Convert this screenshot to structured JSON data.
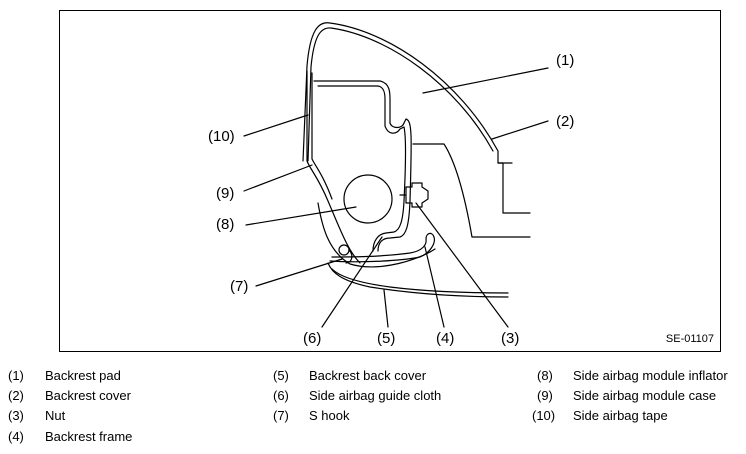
{
  "figure_id": "SE-01107",
  "callouts": [
    "(1)",
    "(2)",
    "(3)",
    "(4)",
    "(5)",
    "(6)",
    "(7)",
    "(8)",
    "(9)",
    "(10)"
  ],
  "legend": [
    {
      "num": "(1)",
      "label": "Backrest pad"
    },
    {
      "num": "(2)",
      "label": "Backrest cover"
    },
    {
      "num": "(3)",
      "label": "Nut"
    },
    {
      "num": "(4)",
      "label": "Backrest frame"
    },
    {
      "num": "(5)",
      "label": "Backrest back cover"
    },
    {
      "num": "(6)",
      "label": "Side airbag guide cloth"
    },
    {
      "num": "(7)",
      "label": "S hook"
    },
    {
      "num": "(8)",
      "label": "Side airbag module inflator"
    },
    {
      "num": "(9)",
      "label": "Side airbag module case"
    },
    {
      "num": "(10)",
      "label": "Side airbag tape"
    }
  ]
}
